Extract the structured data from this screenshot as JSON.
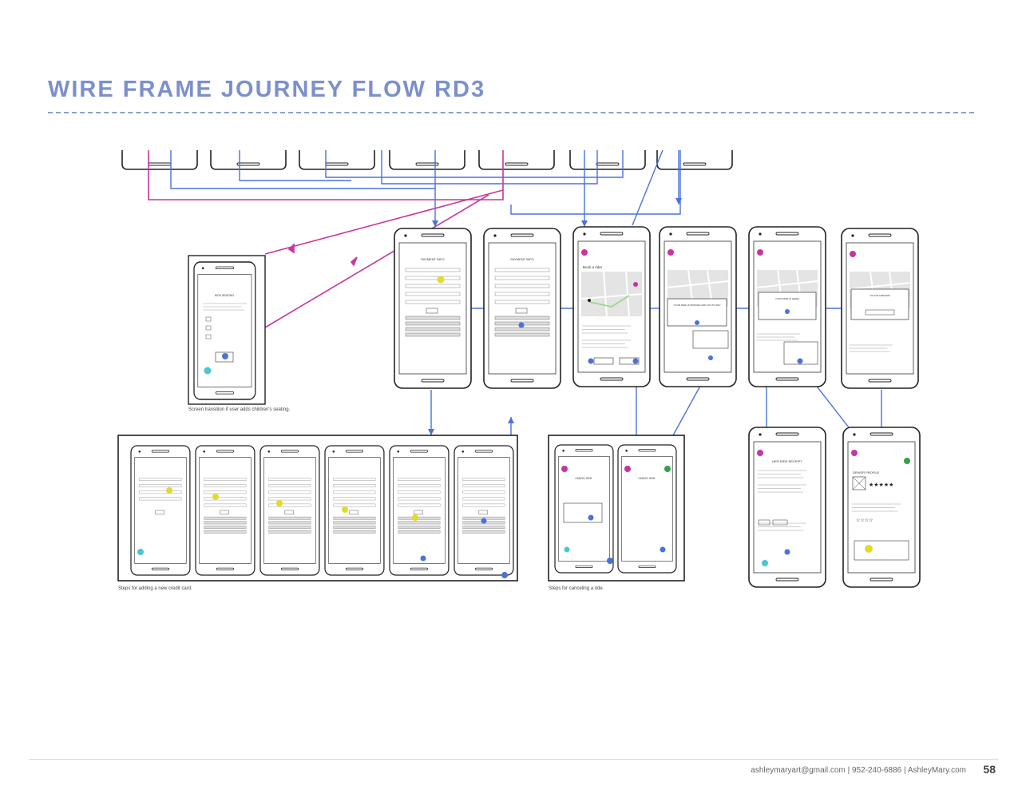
{
  "header": {
    "title": "WIRE FRAME JOURNEY FLOW RD3"
  },
  "captions": {
    "children_seating": "Screen transition if user adds children's seating.",
    "new_credit_card": "Steps for adding a new credit card.",
    "canceling_ride": "Steps for canceling a ride."
  },
  "screens": {
    "kids_seating": {
      "title": "KIDS SEATING"
    },
    "payment_info": {
      "title": "PAYMENT INFO"
    },
    "book_ride": {
      "title": "Book a ride!"
    },
    "ride_booked": {
      "title": "YOUR RIDE IS BOOKED AND ON ITS WAY"
    },
    "ride_here": {
      "title": "YOUR RIDE IS HERE!"
    },
    "arrived": {
      "title": "YOU'VE ARRIVED!"
    },
    "receipt": {
      "title": "HER RIDE RECEIPT"
    },
    "driver_profile": {
      "title": "DRIVER PROFILE"
    },
    "cancel_ride": {
      "title": "CANCEL RIDE"
    }
  },
  "colors": {
    "title": "#7b90cc",
    "flow_blue": "#4a72d8",
    "flow_magenta": "#c8359e",
    "highlight_yellow": "#e0dc2a"
  },
  "footer": {
    "contact": "ashleymaryart@gmail.com | 952-240-6886 | AshleyMary.com",
    "page_number": "58"
  }
}
